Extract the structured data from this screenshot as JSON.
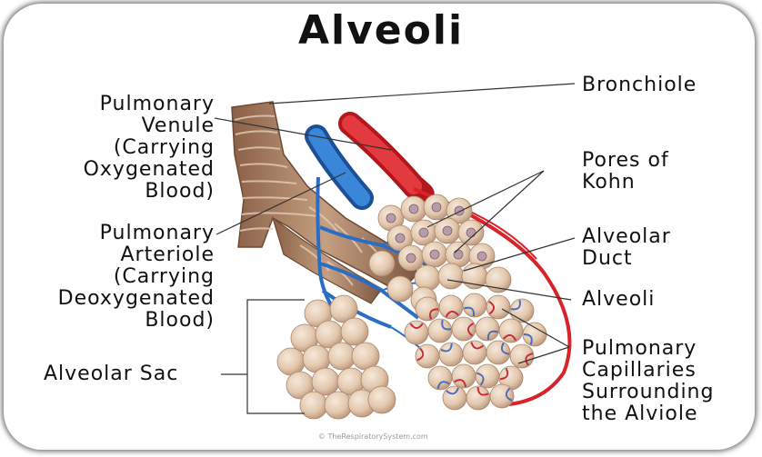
{
  "title": "Alveoli",
  "labels": {
    "pulmonary_venule": [
      "Pulmonary",
      "Venule",
      "(Carrying",
      "Oxygenated",
      "Blood)"
    ],
    "pulmonary_arteriole": [
      "Pulmonary",
      "Arteriole",
      "(Carrying",
      "Deoxygenated",
      "Blood)"
    ],
    "alveolar_sac": "Alveolar Sac",
    "bronchiole": "Bronchiole",
    "pores_of_kohn": [
      "Pores of",
      "Kohn"
    ],
    "alveolar_duct": [
      "Alveolar",
      "Duct"
    ],
    "alveoli": "Alveoli",
    "pulmonary_capillaries": [
      "Pulmonary",
      "Capillaries",
      "Surrounding",
      "the Alviole"
    ]
  },
  "credit": "© TheRespiratorySystem.com",
  "colors": {
    "bronchiole": "#a0765a",
    "bronchiole_band": "#c9a98e",
    "artery_red": "#d8232a",
    "vein_blue": "#2a6ec4",
    "alveolus": "#e6cdb6",
    "alveolus_shade": "#c9a88c",
    "pore": "#b89aa8",
    "frame_shadow": "#000000"
  }
}
